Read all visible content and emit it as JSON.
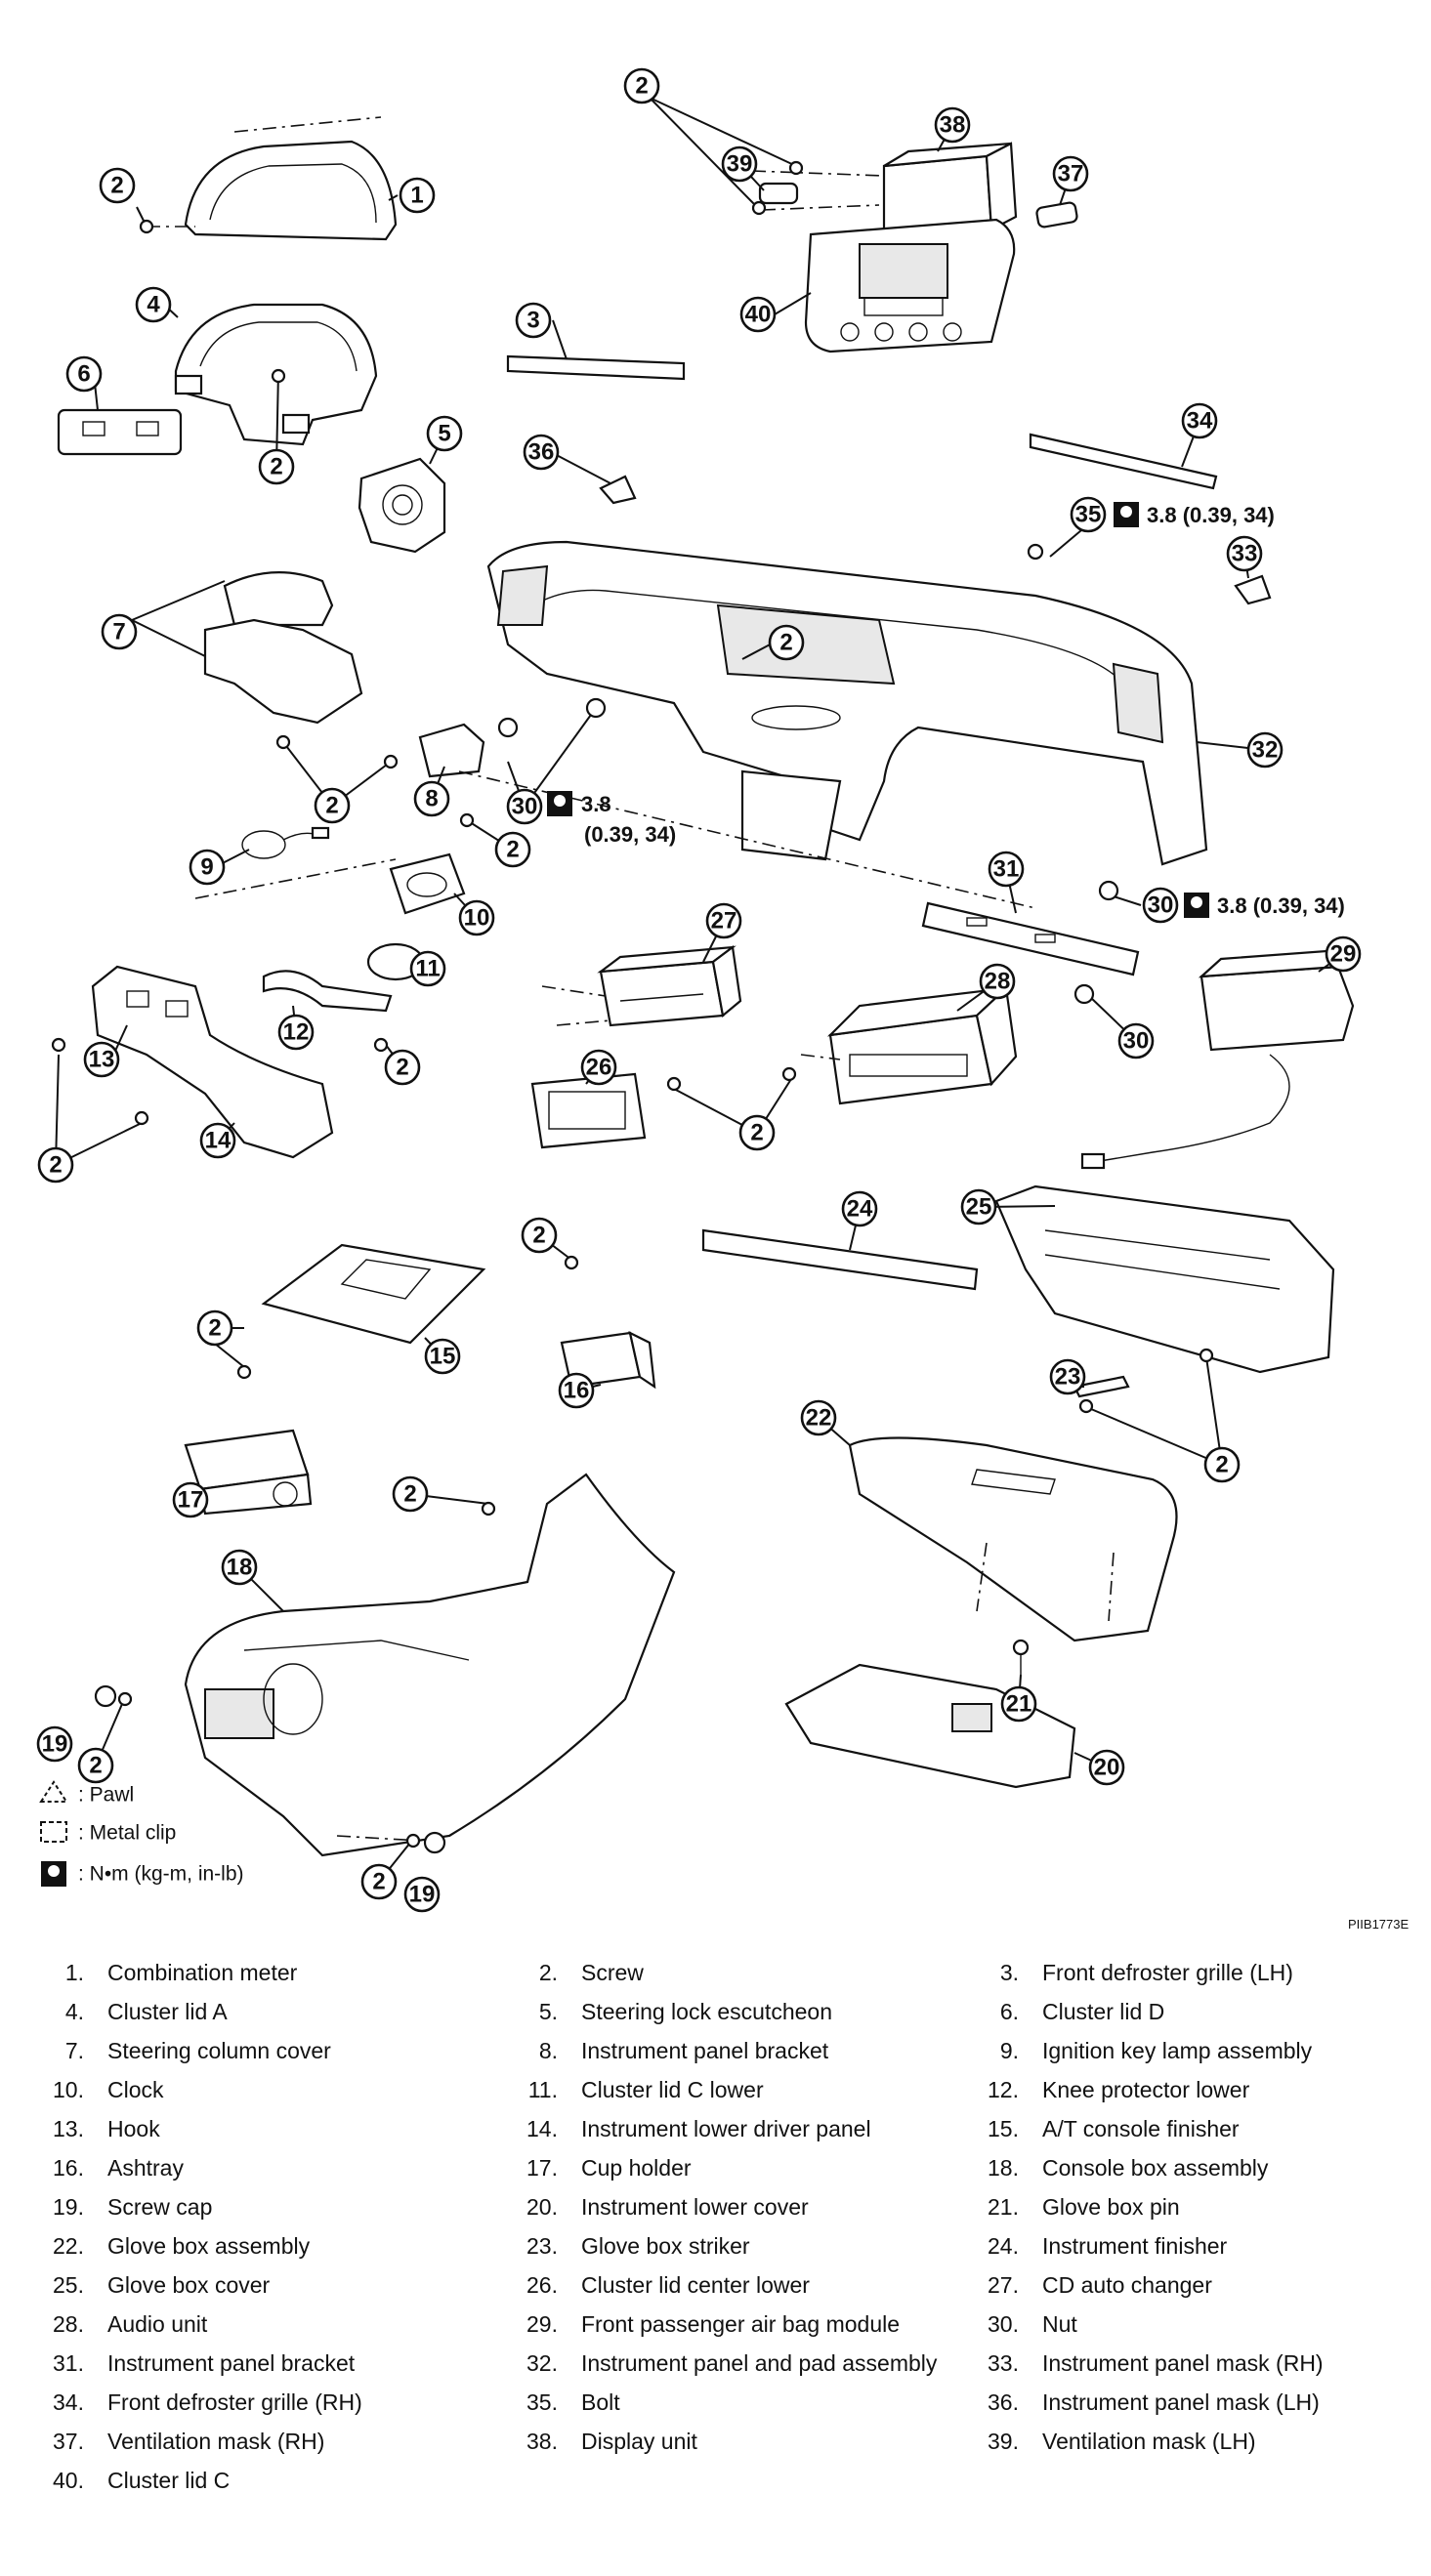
{
  "callouts": [
    {
      "n": "1"
    },
    {
      "n": "2"
    },
    {
      "n": "3"
    },
    {
      "n": "4"
    },
    {
      "n": "5"
    },
    {
      "n": "6"
    },
    {
      "n": "7"
    },
    {
      "n": "8"
    },
    {
      "n": "9"
    },
    {
      "n": "10"
    },
    {
      "n": "11"
    },
    {
      "n": "12"
    },
    {
      "n": "13"
    },
    {
      "n": "14"
    },
    {
      "n": "15"
    },
    {
      "n": "16"
    },
    {
      "n": "17"
    },
    {
      "n": "18"
    },
    {
      "n": "19"
    },
    {
      "n": "20"
    },
    {
      "n": "21"
    },
    {
      "n": "22"
    },
    {
      "n": "23"
    },
    {
      "n": "24"
    },
    {
      "n": "25"
    },
    {
      "n": "26"
    },
    {
      "n": "27"
    },
    {
      "n": "28"
    },
    {
      "n": "29"
    },
    {
      "n": "30"
    },
    {
      "n": "31"
    },
    {
      "n": "32"
    },
    {
      "n": "33"
    },
    {
      "n": "34"
    },
    {
      "n": "35"
    },
    {
      "n": "36"
    },
    {
      "n": "37"
    },
    {
      "n": "38"
    },
    {
      "n": "39"
    },
    {
      "n": "40"
    }
  ],
  "torque": {
    "bolt35": "3.8 (0.39, 34)",
    "nut30_left_a": "3.8",
    "nut30_left_b": "(0.39, 34)",
    "nut30_right": "3.8 (0.39, 34)"
  },
  "legend": {
    "pawl": ": Pawl",
    "metal_clip": ": Metal clip",
    "torque_unit": ": N•m (kg-m, in-lb)"
  },
  "figure_code": "PIIB1773E",
  "parts": [
    {
      "num": "1.",
      "name": "Combination meter"
    },
    {
      "num": "2.",
      "name": "Screw"
    },
    {
      "num": "3.",
      "name": "Front defroster grille (LH)"
    },
    {
      "num": "4.",
      "name": "Cluster lid A"
    },
    {
      "num": "5.",
      "name": "Steering lock escutcheon"
    },
    {
      "num": "6.",
      "name": "Cluster lid D"
    },
    {
      "num": "7.",
      "name": "Steering column cover"
    },
    {
      "num": "8.",
      "name": "Instrument panel bracket"
    },
    {
      "num": "9.",
      "name": "Ignition key lamp assembly"
    },
    {
      "num": "10.",
      "name": "Clock"
    },
    {
      "num": "11.",
      "name": "Cluster lid C lower"
    },
    {
      "num": "12.",
      "name": "Knee protector lower"
    },
    {
      "num": "13.",
      "name": "Hook"
    },
    {
      "num": "14.",
      "name": "Instrument lower driver panel"
    },
    {
      "num": "15.",
      "name": "A/T console finisher"
    },
    {
      "num": "16.",
      "name": "Ashtray"
    },
    {
      "num": "17.",
      "name": "Cup holder"
    },
    {
      "num": "18.",
      "name": "Console box assembly"
    },
    {
      "num": "19.",
      "name": "Screw cap"
    },
    {
      "num": "20.",
      "name": "Instrument lower cover"
    },
    {
      "num": "21.",
      "name": "Glove box pin"
    },
    {
      "num": "22.",
      "name": "Glove box assembly"
    },
    {
      "num": "23.",
      "name": "Glove box striker"
    },
    {
      "num": "24.",
      "name": "Instrument finisher"
    },
    {
      "num": "25.",
      "name": "Glove box cover"
    },
    {
      "num": "26.",
      "name": "Cluster lid center lower"
    },
    {
      "num": "27.",
      "name": "CD auto changer"
    },
    {
      "num": "28.",
      "name": "Audio unit"
    },
    {
      "num": "29.",
      "name": "Front passenger air bag module"
    },
    {
      "num": "30.",
      "name": "Nut"
    },
    {
      "num": "31.",
      "name": "Instrument panel bracket"
    },
    {
      "num": "32.",
      "name": "Instrument panel and pad assembly"
    },
    {
      "num": "33.",
      "name": "Instrument panel mask (RH)"
    },
    {
      "num": "34.",
      "name": "Front defroster grille (RH)"
    },
    {
      "num": "35.",
      "name": "Bolt"
    },
    {
      "num": "36.",
      "name": "Instrument panel mask (LH)"
    },
    {
      "num": "37.",
      "name": "Ventilation mask (RH)"
    },
    {
      "num": "38.",
      "name": "Display unit"
    },
    {
      "num": "39.",
      "name": "Ventilation mask (LH)"
    },
    {
      "num": "40.",
      "name": "Cluster lid C"
    }
  ]
}
